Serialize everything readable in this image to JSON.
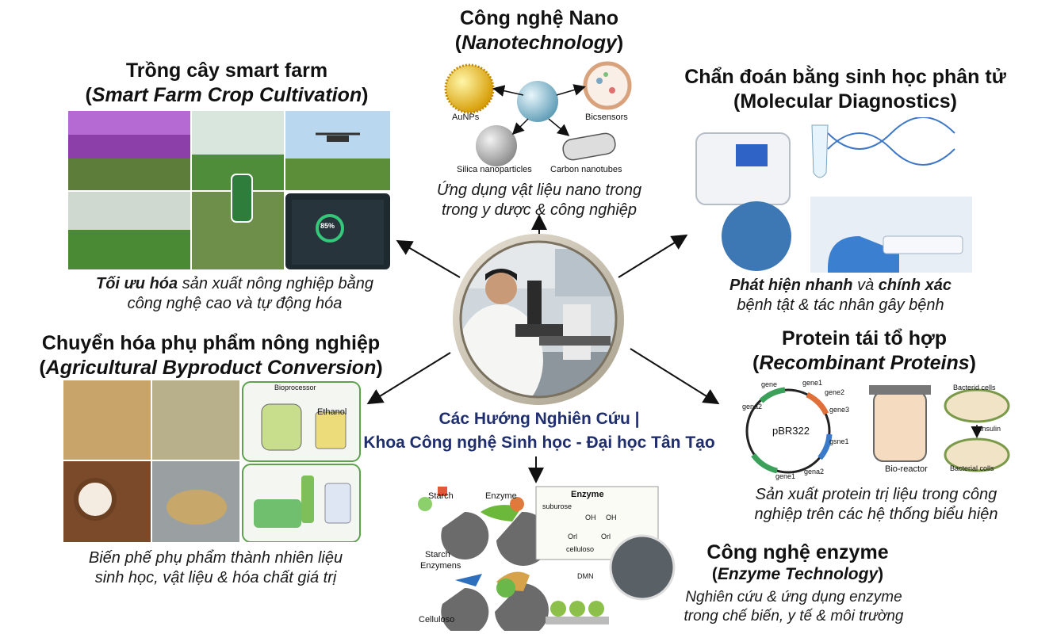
{
  "center": {
    "title_line1": "Các Hướng Nghiên Cứu |",
    "title_line2": "Khoa Công nghệ Sinh học - Đại học Tân Tạo"
  },
  "nano": {
    "title": "Công nghệ Nano",
    "subtitle": "Nanotechnology",
    "labels": [
      "AuNPs",
      "Bicsensors",
      "Silica nanoparticles",
      "Carbon nanotubes"
    ],
    "desc_line1": "Ứng dụng vật liệu nano trong",
    "desc_line2": "trong y dược & công nghiệp"
  },
  "smartfarm": {
    "title": "Trồng cây smart farm",
    "subtitle": "Smart Farm Crop Cultivation",
    "desc_bold": "Tối ưu hóa",
    "desc_line1_rest": " sản xuất nông nghiệp bằng",
    "desc_line2": "công nghệ cao và tự động hóa",
    "dashboard_value": "85%"
  },
  "diagnostics": {
    "title": "Chẩn đoán bằng sinh học phân tử",
    "subtitle": "Molecular Diagnostics",
    "desc_bold1": "Phát hiện nhanh",
    "desc_mid": " và ",
    "desc_bold2": "chính xác",
    "desc_line2": "bệnh tật & tác nhân gây bệnh"
  },
  "byproduct": {
    "title": "Chuyển hóa phụ phẩm nông nghiệp",
    "subtitle": "Agricultural Byproduct Conversion",
    "labels": [
      "Bioprocessor",
      "Ethanol"
    ],
    "desc_line1": "Biến phế phụ phẩm thành nhiên liệu",
    "desc_line2": "sinh học, vật liệu & hóa chất giá trị"
  },
  "protein": {
    "title": "Protein tái tổ hợp",
    "subtitle": "Recombinant Proteins",
    "plasmid": "pBR322",
    "genes": [
      "gene",
      "gene1",
      "gene2",
      "gena2",
      "gene3",
      "gsne1",
      "gene1",
      "gena2"
    ],
    "bioreactor": "Bio-reactor",
    "bact_top": "Bacterid cells",
    "insulin": "Insulin",
    "bact_bottom": "Bacterial colls",
    "desc_line1": "Sản xuất protein trị liệu trong công",
    "desc_line2": "nghiệp trên các hệ thống biểu hiện"
  },
  "enzyme": {
    "title": "Công nghệ enzyme",
    "subtitle": "Enzyme Technology",
    "labels": [
      "Starch",
      "Enzyme",
      "Starch",
      "Enzymens",
      "Celluloso",
      "Enzyme",
      "suburose",
      "OH",
      "OH",
      "Orl",
      "Orl",
      "celluloso",
      "DMN"
    ],
    "desc_line1": "Nghiên cứu & ứng dụng enzyme",
    "desc_line2": "trong chế biến, y tế & môi trường"
  }
}
